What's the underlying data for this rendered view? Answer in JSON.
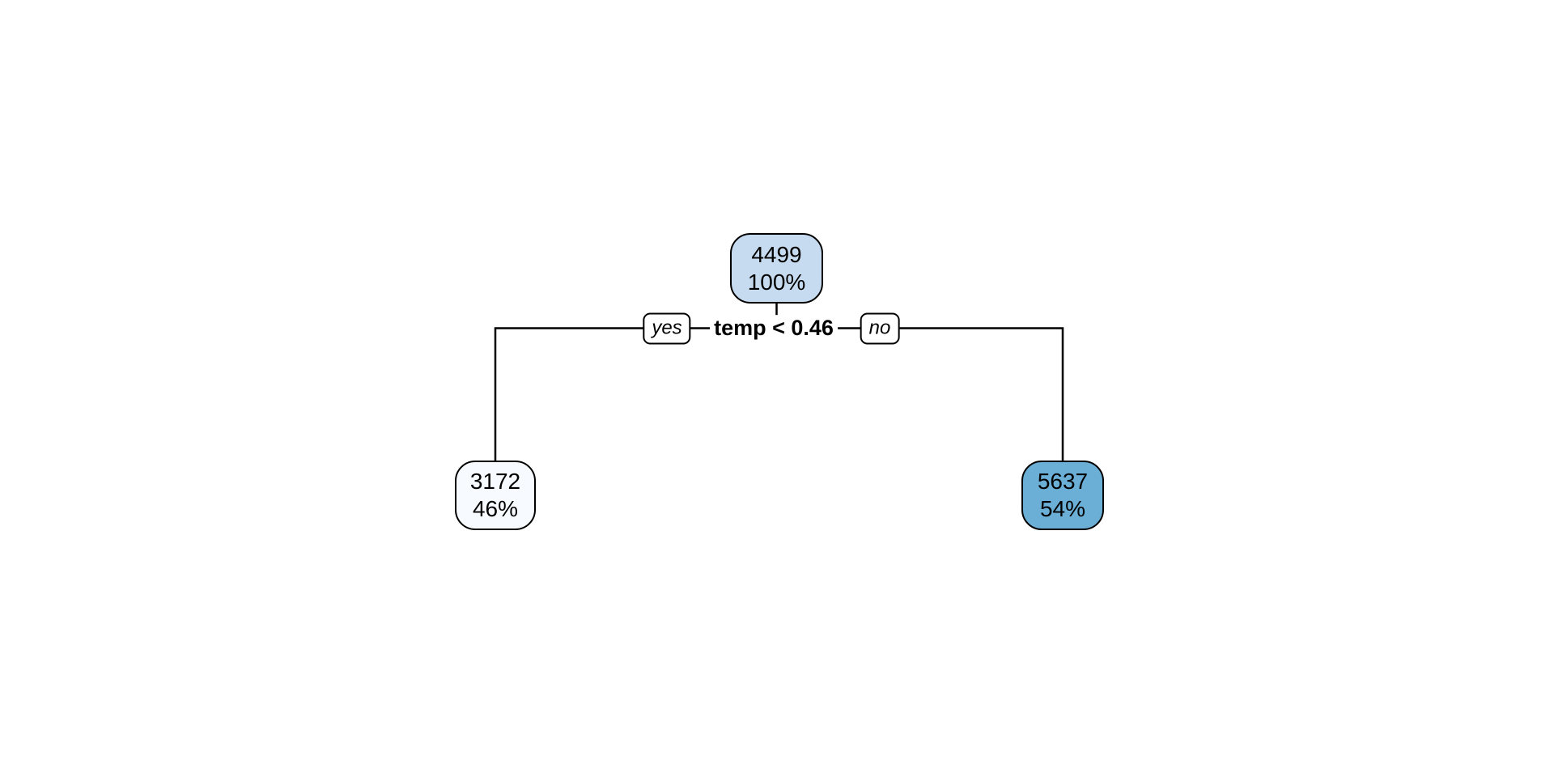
{
  "figure": {
    "kind": "decision-tree-plot",
    "background_color": "#ffffff"
  },
  "colors": {
    "branch_line": "#000000",
    "node_border": "#000000",
    "text": "#000000",
    "label_background": "#ffffff",
    "root_fill": "#c6dbef",
    "left_leaf_fill": "#f7fbff",
    "right_leaf_fill": "#6baed6"
  },
  "tree": {
    "root": {
      "value": "4499",
      "percent": "100%"
    },
    "split": {
      "condition": "temp < 0.46",
      "yes_label": "yes",
      "no_label": "no"
    },
    "left_leaf": {
      "value": "3172",
      "percent": "46%"
    },
    "right_leaf": {
      "value": "5637",
      "percent": "54%"
    }
  }
}
